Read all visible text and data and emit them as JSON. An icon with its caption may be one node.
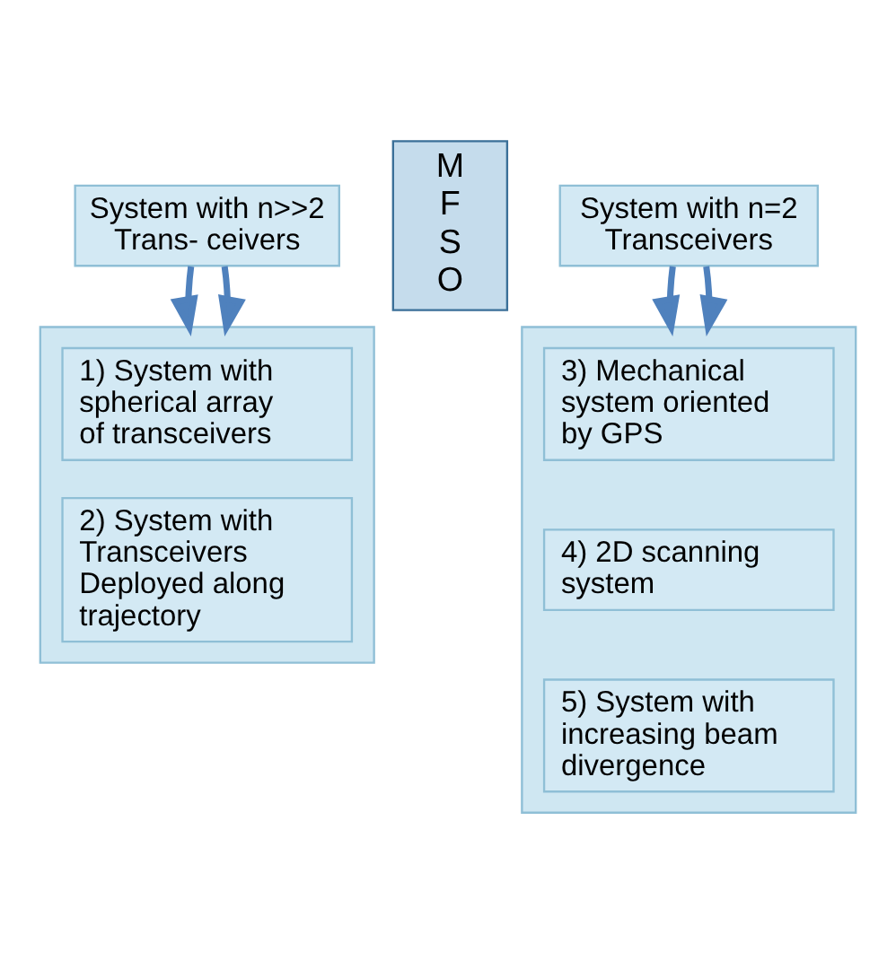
{
  "diagram": {
    "nodes": [
      {
        "text": [
          "System with n>>2 Trans- ceivers"
        ]
      },
      {
        "text": [
          "M F S O"
        ]
      },
      {
        "text": [
          "System with n=2 Transceivers"
        ]
      },
      {
        "text": [],
        "shape": "box"
      },
      {
        "text": [
          "1) System with spherical array of transceivers"
        ],
        "in": 3
      },
      {
        "text": [
          "2) System with Transceivers Deployed along trajectory"
        ],
        "in": 3
      },
      {
        "text": [],
        "shape": "box"
      },
      {
        "text": [
          "3) Mechanical system oriented by GPS"
        ],
        "in": 6
      },
      {
        "text": [
          "4) 2D scanning system"
        ],
        "in": 6
      },
      {
        "text": [
          "5) System with increasing beam divergence"
        ],
        "in": 6
      }
    ],
    "edges": [
      {
        "from": 0,
        "to": 3,
        "arrow": "to"
      },
      {
        "from": 0,
        "to": 3,
        "arrow": "to"
      },
      {
        "from": 2,
        "to": 6,
        "arrow": "to"
      },
      {
        "from": 2,
        "to": 6,
        "arrow": "to"
      }
    ]
  }
}
